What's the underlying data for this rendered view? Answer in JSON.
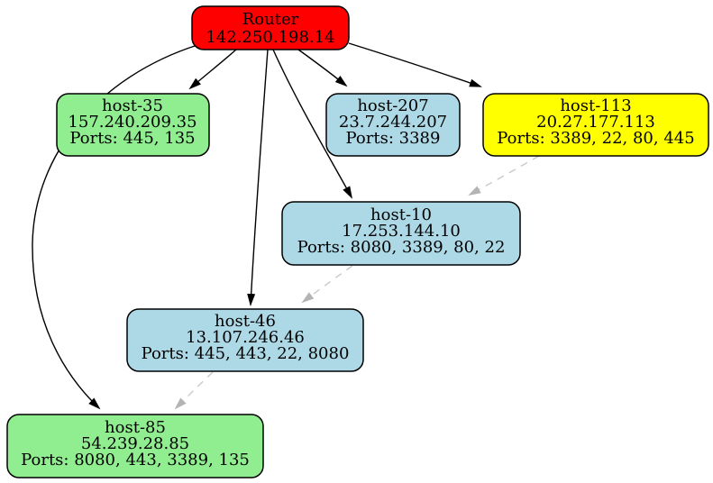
{
  "diagram": {
    "title": "network-topology-graph",
    "nodes": {
      "router": {
        "label": "Router",
        "ip": "142.250.198.14",
        "fill": "#ff0000"
      },
      "host35": {
        "label": "host-35",
        "ip": "157.240.209.35",
        "ports": "Ports: 445, 135",
        "fill": "#90ee90"
      },
      "host207": {
        "label": "host-207",
        "ip": "23.7.244.207",
        "ports": "Ports: 3389",
        "fill": "#add8e6"
      },
      "host113": {
        "label": "host-113",
        "ip": "20.27.177.113",
        "ports": "Ports: 3389, 22, 80, 445",
        "fill": "#ffff00"
      },
      "host10": {
        "label": "host-10",
        "ip": "17.253.144.10",
        "ports": "Ports: 8080, 3389, 80, 22",
        "fill": "#add8e6"
      },
      "host46": {
        "label": "host-46",
        "ip": "13.107.246.46",
        "ports": "Ports: 445, 443, 22, 8080",
        "fill": "#add8e6"
      },
      "host85": {
        "label": "host-85",
        "ip": "54.239.28.85",
        "ports": "Ports: 8080, 443, 3389, 135",
        "fill": "#90ee90"
      }
    },
    "edges": [
      {
        "from": "Router",
        "to": "host-35",
        "style": "solid"
      },
      {
        "from": "Router",
        "to": "host-207",
        "style": "solid"
      },
      {
        "from": "Router",
        "to": "host-113",
        "style": "solid"
      },
      {
        "from": "Router",
        "to": "host-10",
        "style": "solid"
      },
      {
        "from": "Router",
        "to": "host-46",
        "style": "solid"
      },
      {
        "from": "Router",
        "to": "host-85",
        "style": "solid"
      },
      {
        "from": "host-113",
        "to": "host-10",
        "style": "dashed"
      },
      {
        "from": "host-10",
        "to": "host-46",
        "style": "dashed"
      },
      {
        "from": "host-46",
        "to": "host-85",
        "style": "dashed"
      }
    ],
    "colors": {
      "solid_edge": "#000000",
      "dashed_edge": "#c9c9c9",
      "dashed_arrow": "#b4b4b4",
      "node_border": "#000000",
      "text": "#000000",
      "background": "#ffffff"
    }
  }
}
